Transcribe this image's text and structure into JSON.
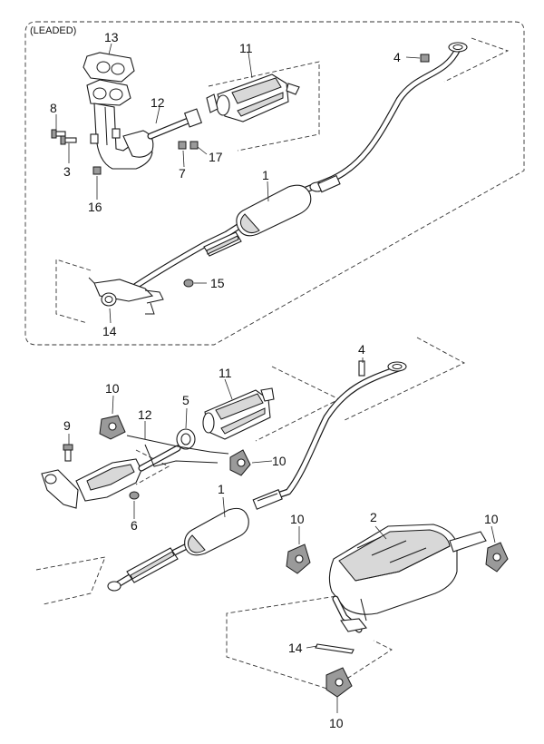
{
  "diagram": {
    "group_label": "(LEADED)",
    "callouts_top": [
      "13",
      "11",
      "4",
      "8",
      "12",
      "3",
      "7",
      "17",
      "16",
      "1",
      "15",
      "14"
    ],
    "callouts_bottom": [
      "4",
      "10",
      "11",
      "5",
      "12",
      "9",
      "10",
      "6",
      "1",
      "10",
      "2",
      "10",
      "14",
      "10"
    ]
  }
}
